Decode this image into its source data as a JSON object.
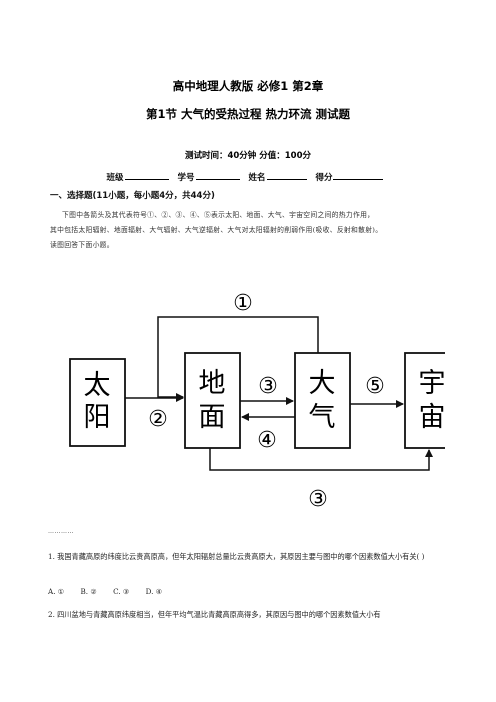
{
  "header": {
    "title_line1": "高中地理人教版 必修1 第2章",
    "title_line2": "第1节 大气的受热过程 热力环流 测试题",
    "meta": "测试时间：40分钟 分值：100分"
  },
  "form": {
    "class_label": "班级",
    "id_label": "学号",
    "name_label": "姓名",
    "score_label": "得分"
  },
  "section": {
    "title": "一、选择题(11小题，每小题4分，共44分)",
    "intro_line1": "下图中各箭头及其代表符号①、②、③、④、⑤表示太阳、地面、大气、宇宙空间之间的热力作用，",
    "intro_line2": "其中包括太阳辐射、地面辐射、大气辐射、大气逆辐射、大气对太阳辐射的削弱作用(吸收、反射和散射)。",
    "intro_line3": "读图回答下面小题。"
  },
  "diagram": {
    "boxes": {
      "sun": "太阳",
      "ground": "地面",
      "atmosphere": "大气",
      "space": "宇宙"
    },
    "labels": {
      "l1": "①",
      "l2": "②",
      "l3a": "③",
      "l4": "④",
      "l5": "⑤",
      "l3b": "③"
    }
  },
  "dots": "…………",
  "questions": {
    "q1_text": "1. 我国青藏高原的纬度比云贵高原高，但年太阳辐射总量比云贵高原大，其原因主要与图中的哪个因素数值大小有关(      )",
    "q1_options": [
      "A. ①",
      "B. ②",
      "C. ③",
      "D. ④"
    ],
    "q2_text": "2. 四川盆地与青藏高原纬度相当，但年平均气温比青藏高原高得多，其原因与图中的哪个因素数值大小有"
  }
}
